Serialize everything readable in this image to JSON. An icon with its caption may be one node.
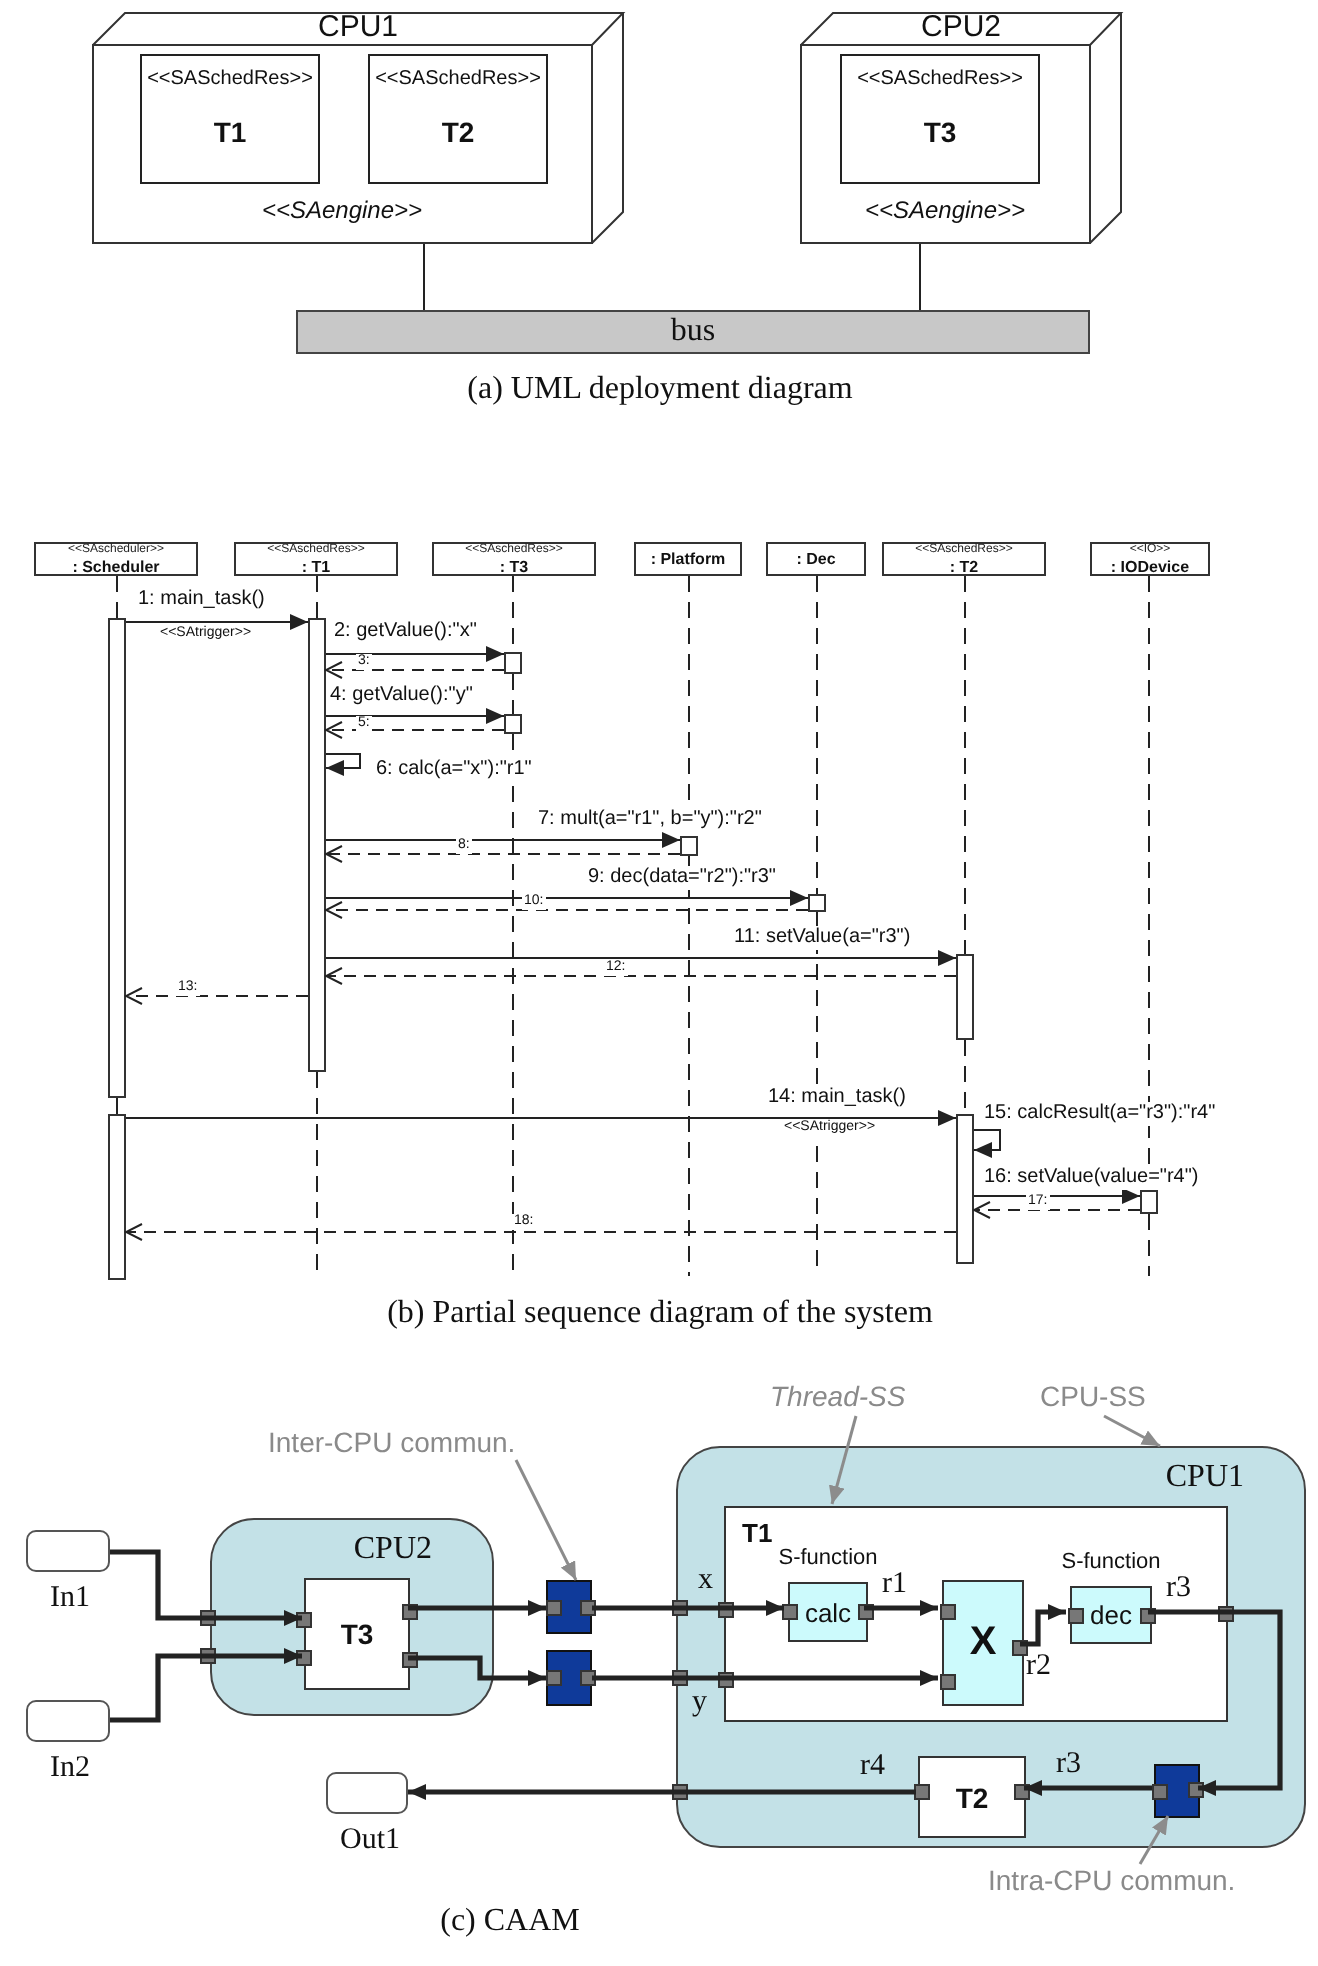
{
  "diagram": {
    "nodes": [
      {
        "text": [
          "CPU1",
          "<<SAengine>>"
        ]
      },
      {
        "text": [
          "<<SASchedRes>>",
          "T1"
        ],
        "in": 0
      },
      {
        "text": [
          "<<SASchedRes>>",
          "T2"
        ],
        "in": 0
      },
      {
        "text": [
          "CPU2",
          "<<SAengine>>"
        ]
      },
      {
        "text": [
          "<<SASchedRes>>",
          "T3"
        ],
        "in": 3
      },
      {
        "text": [
          "bus"
        ]
      },
      {
        "text": [
          "<<SAscheduler>>",
          ": Scheduler"
        ]
      },
      {
        "text": [
          "<<SAschedRes>>",
          ": T1"
        ]
      },
      {
        "text": [
          "<<SAschedRes>>",
          ": T3"
        ]
      },
      {
        "text": [
          ": Platform"
        ]
      },
      {
        "text": [
          ": Dec"
        ]
      },
      {
        "text": [
          "<<SAschedRes>>",
          ": T2"
        ]
      },
      {
        "text": [
          "<<IO>>",
          ": IODevice"
        ]
      },
      {
        "text": [],
        "shape": "bar"
      },
      {
        "text": [],
        "shape": "bar"
      },
      {
        "text": [],
        "shape": "bar"
      },
      {
        "text": [],
        "shape": "bar"
      },
      {
        "text": [],
        "shape": "bar"
      },
      {
        "text": [],
        "shape": "bar"
      },
      {
        "text": [],
        "shape": "bar"
      },
      {
        "text": [],
        "shape": "bar"
      },
      {
        "text": [],
        "shape": "bar"
      },
      {
        "text": [],
        "shape": "bar"
      },
      {
        "text": [
          "In1"
        ]
      },
      {
        "text": [
          "In2"
        ]
      },
      {
        "text": [
          "CPU2"
        ]
      },
      {
        "text": [
          "T3"
        ],
        "in": 25
      },
      {
        "text": [
          "Inter-CPU commun."
        ]
      },
      {
        "text": [],
        "shape": "box"
      },
      {
        "text": [],
        "shape": "box"
      },
      {
        "text": [
          "Thread-SS"
        ]
      },
      {
        "text": [
          "CPU-SS"
        ]
      },
      {
        "text": [
          "CPU1"
        ]
      },
      {
        "text": [
          "T1"
        ],
        "in": 32
      },
      {
        "text": [
          "calc"
        ],
        "beside": [
          "S-function"
        ],
        "in": 33
      },
      {
        "text": [
          "X"
        ],
        "in": 33
      },
      {
        "text": [
          "dec"
        ],
        "beside": [
          "S-function"
        ],
        "in": 33
      },
      {
        "text": [
          "T2"
        ],
        "in": 32
      },
      {
        "text": [],
        "shape": "box",
        "in": 32
      },
      {
        "text": [
          "Out1"
        ]
      },
      {
        "text": [
          "Intra-CPU commun."
        ]
      }
    ],
    "edges": [
      {
        "from": 0,
        "to": 5,
        "arrow": "none"
      },
      {
        "from": 3,
        "to": 5,
        "arrow": "none"
      },
      {
        "from": 13,
        "to": 14,
        "arrow": "to",
        "label": "1: main_task()"
      },
      {
        "from": 14,
        "to": 15,
        "arrow": "to",
        "label": "2: getValue():\"x\""
      },
      {
        "from": 15,
        "to": 14,
        "arrow": "to",
        "label": "3:",
        "style": "dashed"
      },
      {
        "from": 14,
        "to": 16,
        "arrow": "to",
        "label": "4: getValue():\"y\""
      },
      {
        "from": 16,
        "to": 14,
        "arrow": "to",
        "label": "5:",
        "style": "dashed"
      },
      {
        "from": 14,
        "to": 14,
        "arrow": "to",
        "label": "6: calc(a=\"x\"):\"r1\""
      },
      {
        "from": 14,
        "to": 17,
        "arrow": "to",
        "label": "7: mult(a=\"r1\", b=\"y\"):\"r2\""
      },
      {
        "from": 17,
        "to": 14,
        "arrow": "to",
        "label": "8:",
        "style": "dashed"
      },
      {
        "from": 14,
        "to": 18,
        "arrow": "to",
        "label": "9: dec(data=\"r2\"):\"r3\""
      },
      {
        "from": 18,
        "to": 14,
        "arrow": "to",
        "label": "10:",
        "style": "dashed"
      },
      {
        "from": 14,
        "to": 19,
        "arrow": "to",
        "label": "11: setValue(a=\"r3\")"
      },
      {
        "from": 19,
        "to": 14,
        "arrow": "to",
        "label": "12:",
        "style": "dashed"
      },
      {
        "from": 14,
        "to": 13,
        "arrow": "to",
        "label": "13:",
        "style": "dashed"
      },
      {
        "from": 20,
        "to": 21,
        "arrow": "to",
        "label": "14: main_task()"
      },
      {
        "from": 21,
        "to": 21,
        "arrow": "to",
        "label": "15: calcResult(a=\"r3\"):\"r4\""
      },
      {
        "from": 21,
        "to": 22,
        "arrow": "to",
        "label": "16: setValue(value=\"r4\")"
      },
      {
        "from": 22,
        "to": 21,
        "arrow": "to",
        "label": "17:",
        "style": "dashed"
      },
      {
        "from": 21,
        "to": 20,
        "arrow": "to",
        "label": "18:",
        "style": "dashed"
      },
      {
        "from": 23,
        "to": 26,
        "arrow": "to",
        "style": "thick"
      },
      {
        "from": 24,
        "to": 26,
        "arrow": "to",
        "style": "thick"
      },
      {
        "from": 26,
        "to": 28,
        "arrow": "to",
        "style": "thick"
      },
      {
        "from": 26,
        "to": 29,
        "arrow": "to",
        "style": "thick"
      },
      {
        "from": 28,
        "to": 34,
        "arrow": "to",
        "label": "x",
        "style": "thick"
      },
      {
        "from": 29,
        "to": 35,
        "arrow": "to",
        "label": "y",
        "style": "thick"
      },
      {
        "from": 34,
        "to": 35,
        "arrow": "to",
        "label": "r1",
        "style": "thick"
      },
      {
        "from": 35,
        "to": 36,
        "arrow": "to",
        "label": "r2",
        "style": "thick"
      },
      {
        "from": 36,
        "to": 38,
        "arrow": "to",
        "label": "r3",
        "style": "thick"
      },
      {
        "from": 38,
        "to": 37,
        "arrow": "to",
        "label": "r3",
        "style": "thick"
      },
      {
        "from": 37,
        "to": 39,
        "arrow": "to",
        "label": "r4",
        "style": "thick"
      },
      {
        "from": 27,
        "to": 28,
        "arrow": "to",
        "color": "#8c8c8c"
      },
      {
        "from": 30,
        "to": 33,
        "arrow": "to",
        "color": "#8c8c8c"
      },
      {
        "from": 31,
        "to": 32,
        "arrow": "to",
        "color": "#8c8c8c"
      },
      {
        "from": 40,
        "to": 38,
        "arrow": "to",
        "color": "#8c8c8c"
      },
      {
        "from": 6,
        "to": 13,
        "arrow": "none",
        "style": "dashed"
      },
      {
        "from": 13,
        "to": 20,
        "arrow": "none",
        "style": "dashed"
      },
      {
        "from": 7,
        "to": 14,
        "arrow": "none",
        "style": "dashed"
      },
      {
        "from": 14,
        "to": null,
        "arrow": "none",
        "style": "dashed"
      },
      {
        "from": 8,
        "to": 15,
        "arrow": "none",
        "style": "dashed"
      },
      {
        "from": 15,
        "to": 16,
        "arrow": "none",
        "style": "dashed"
      },
      {
        "from": 16,
        "to": null,
        "arrow": "none",
        "style": "dashed"
      },
      {
        "from": 9,
        "to": 17,
        "arrow": "none",
        "style": "dashed"
      },
      {
        "from": 17,
        "to": null,
        "arrow": "none",
        "style": "dashed"
      },
      {
        "from": 10,
        "to": 18,
        "arrow": "none",
        "style": "dashed"
      },
      {
        "from": 18,
        "to": null,
        "arrow": "none",
        "style": "dashed"
      },
      {
        "from": 11,
        "to": 19,
        "arrow": "none",
        "style": "dashed"
      },
      {
        "from": 19,
        "to": 21,
        "arrow": "none",
        "style": "dashed"
      },
      {
        "from": 12,
        "to": 22,
        "arrow": "none",
        "style": "dashed"
      },
      {
        "from": 22,
        "to": null,
        "arrow": "none",
        "style": "dashed"
      }
    ],
    "labels": [
      "(a) UML deployment diagram",
      "<<SAtrigger>>",
      "<<SAtrigger>>",
      "(b) Partial sequence diagram of the system",
      "(c) CAAM"
    ]
  }
}
